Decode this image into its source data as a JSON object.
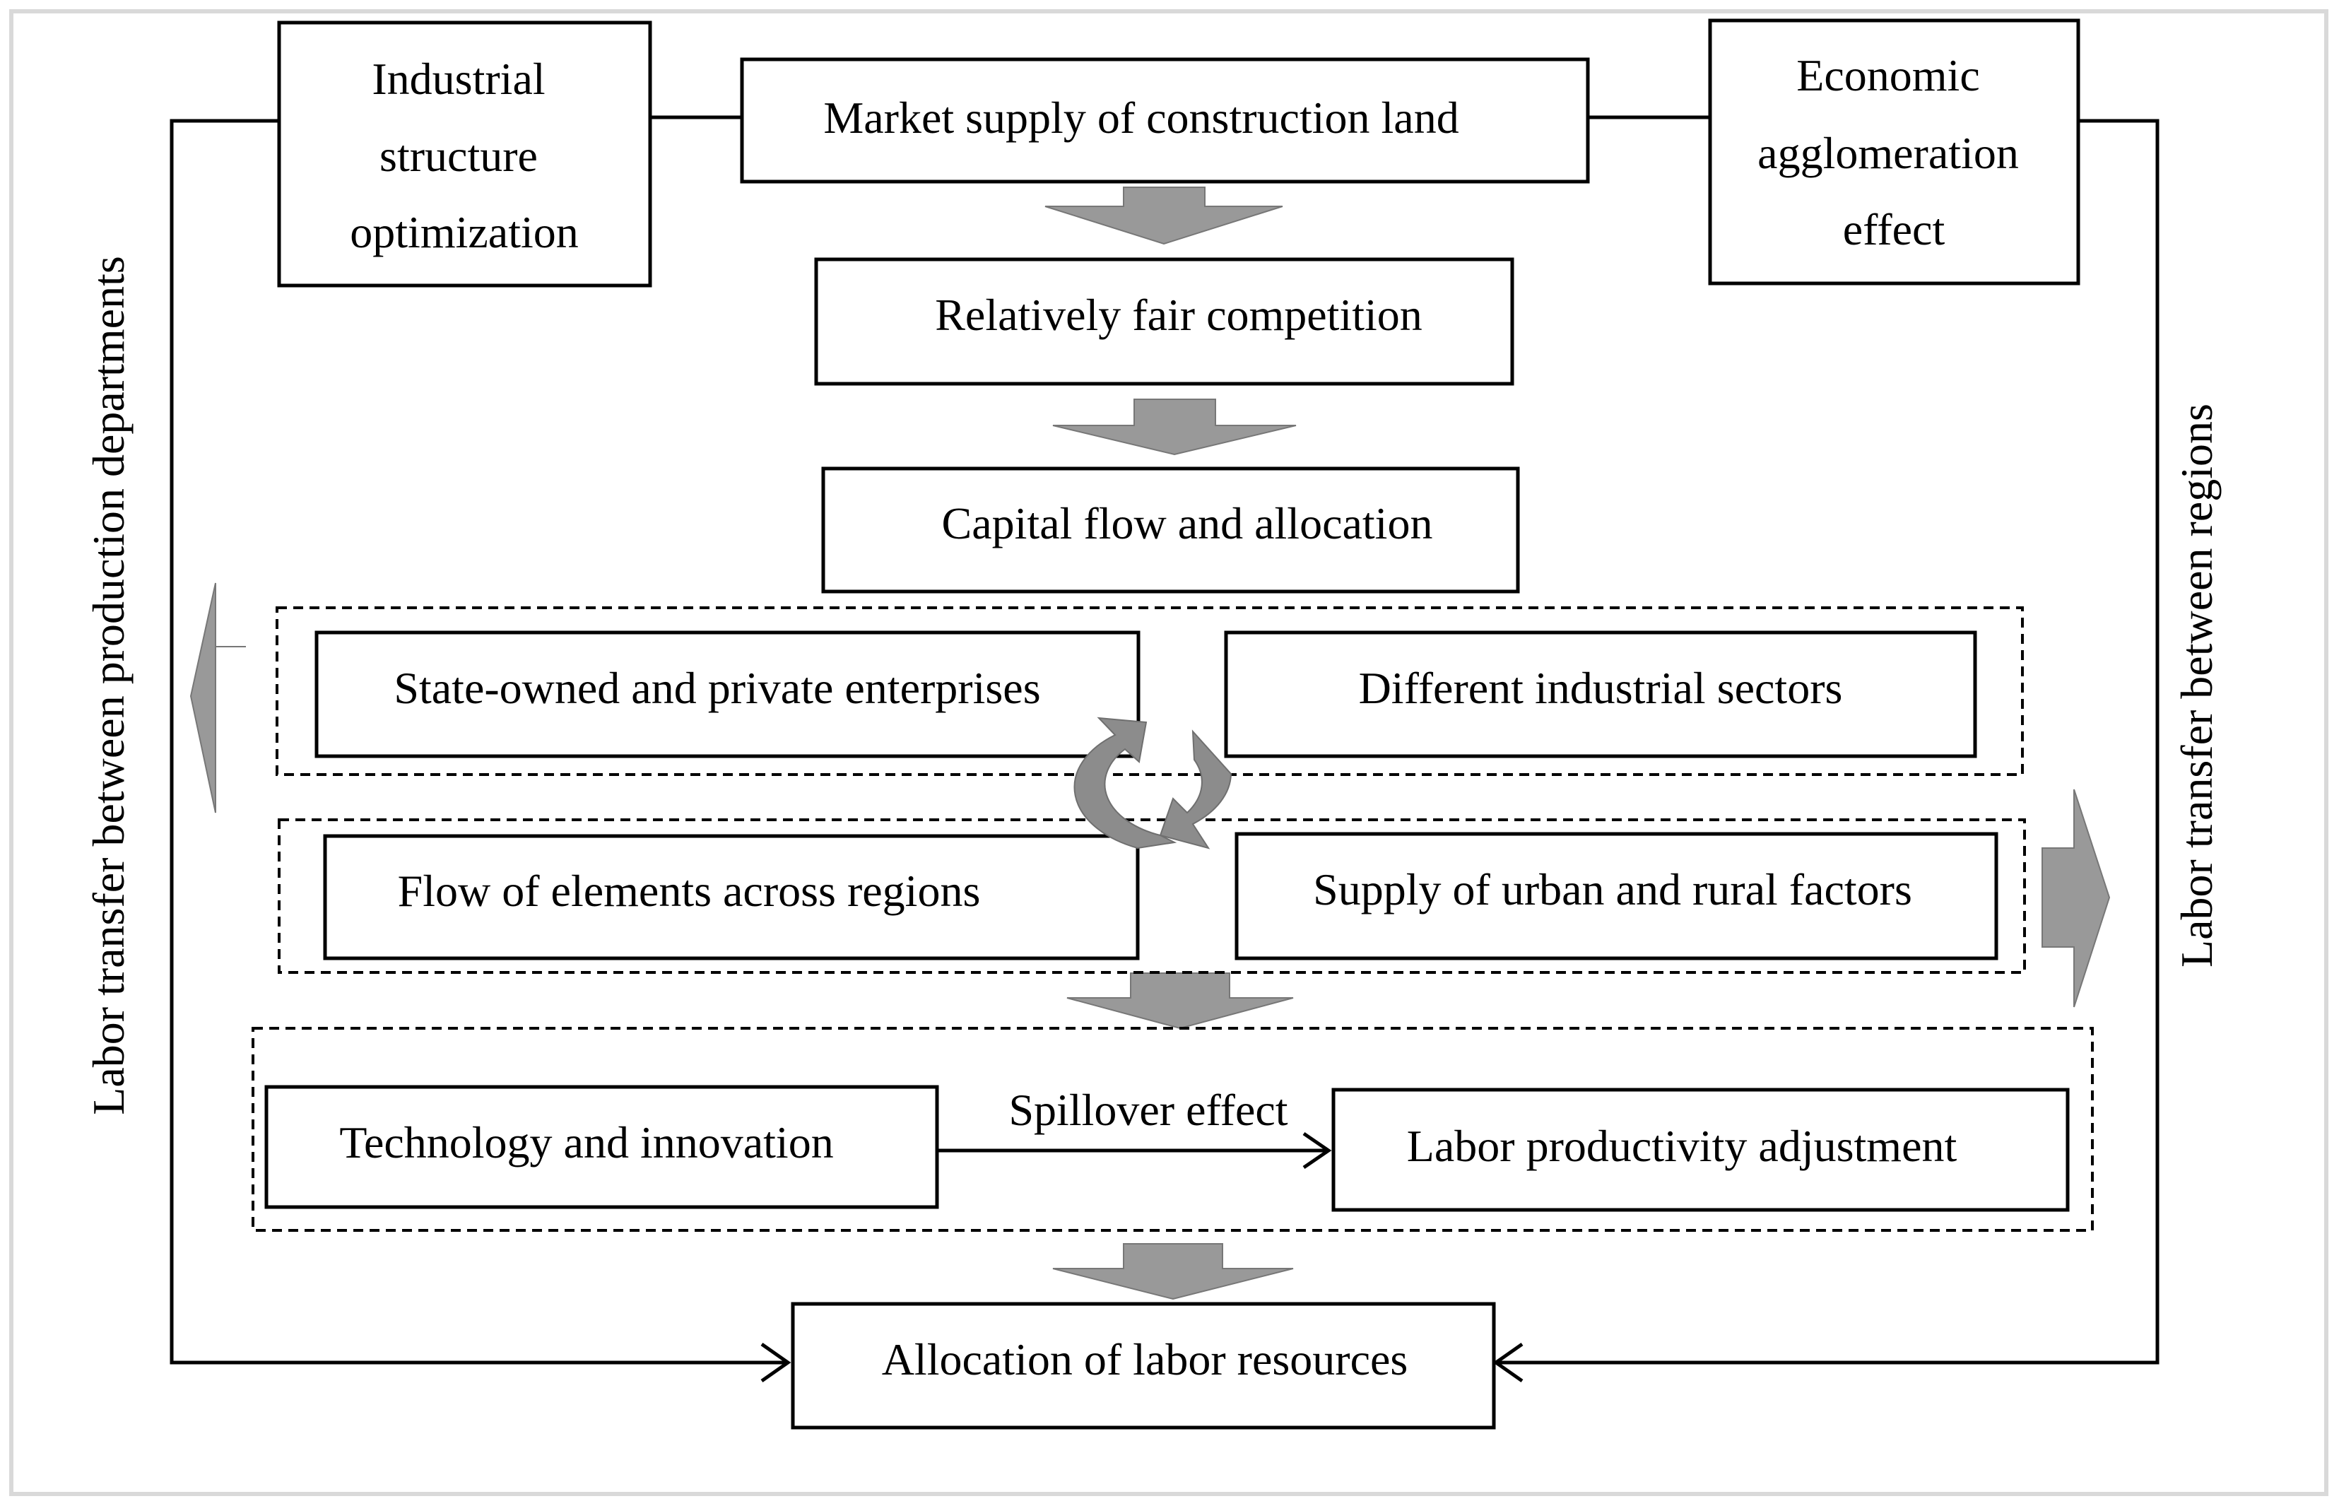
{
  "boxes": {
    "industrial_structure": [
      "Industrial",
      "structure",
      "optimization"
    ],
    "market_supply": "Market supply of construction land",
    "economic_agglomeration": [
      "Economic",
      "agglomeration",
      "effect"
    ],
    "fair_competition": "Relatively fair competition",
    "capital_flow": "Capital flow and allocation",
    "enterprises": "State-owned and private enterprises",
    "industrial_sectors": "Different industrial sectors",
    "flow_elements": "Flow of elements across regions",
    "urban_rural_supply": "Supply of urban and rural factors",
    "technology": "Technology and innovation",
    "labor_productivity": "Labor productivity adjustment",
    "allocation_labor": "Allocation of labor resources"
  },
  "edge_labels": {
    "spillover": "Spillover effect"
  },
  "side_labels": {
    "left": "Labor transfer between production departments",
    "right": "Labor transfer between regions"
  }
}
